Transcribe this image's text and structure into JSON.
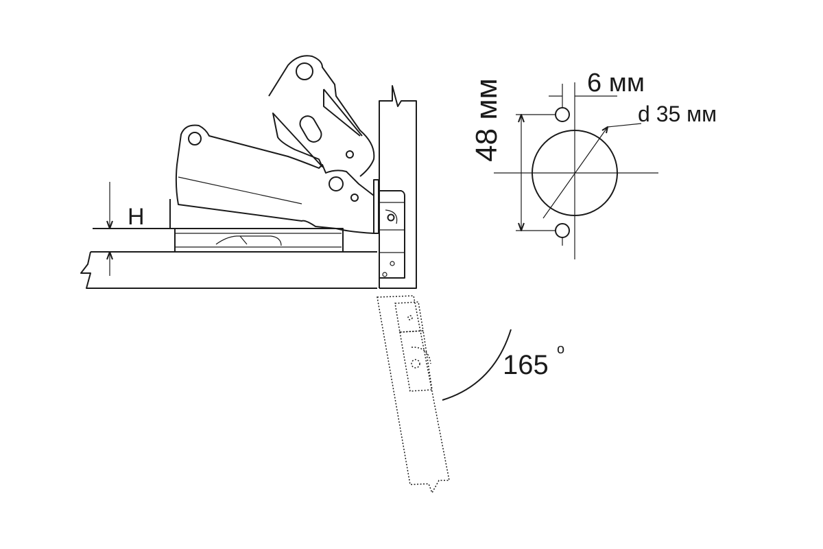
{
  "labels": {
    "height": "H",
    "angle": "165",
    "degree": "o",
    "spacing": "6 мм",
    "diameter": "d 35 мм",
    "hole_distance": "48 мм"
  }
}
